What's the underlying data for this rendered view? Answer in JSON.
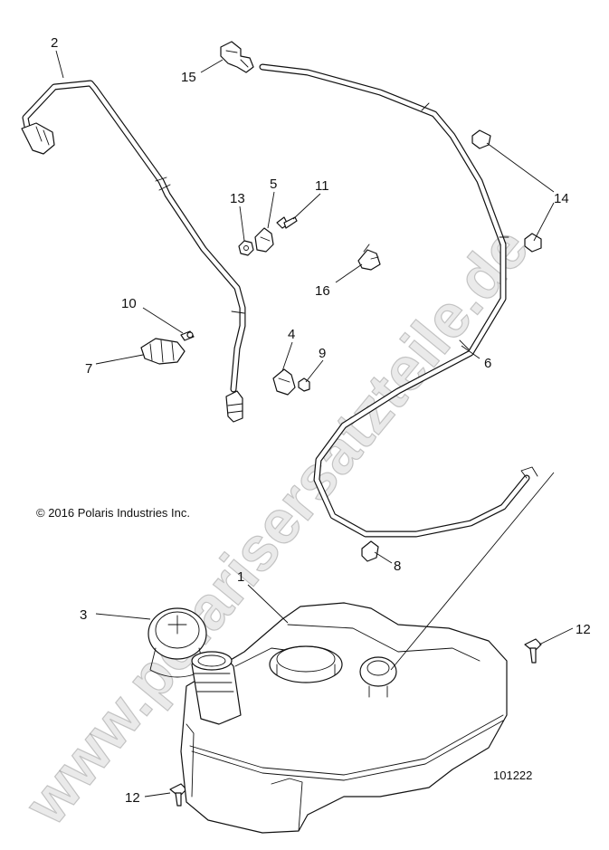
{
  "copyright": "© 2016 Polaris Industries Inc.",
  "diagram_id": "101222",
  "watermark": "www.polarisersatzteile.de",
  "callouts": [
    {
      "id": "c2",
      "label": "2"
    },
    {
      "id": "c15",
      "label": "15"
    },
    {
      "id": "c13",
      "label": "13"
    },
    {
      "id": "c5",
      "label": "5"
    },
    {
      "id": "c11",
      "label": "11"
    },
    {
      "id": "c14",
      "label": "14"
    },
    {
      "id": "c16",
      "label": "16"
    },
    {
      "id": "c10",
      "label": "10"
    },
    {
      "id": "c7",
      "label": "7"
    },
    {
      "id": "c4",
      "label": "4"
    },
    {
      "id": "c9",
      "label": "9"
    },
    {
      "id": "c6",
      "label": "6"
    },
    {
      "id": "c8",
      "label": "8"
    },
    {
      "id": "c1",
      "label": "1"
    },
    {
      "id": "c3",
      "label": "3"
    },
    {
      "id": "c12a",
      "label": "12"
    },
    {
      "id": "c12b",
      "label": "12"
    }
  ]
}
